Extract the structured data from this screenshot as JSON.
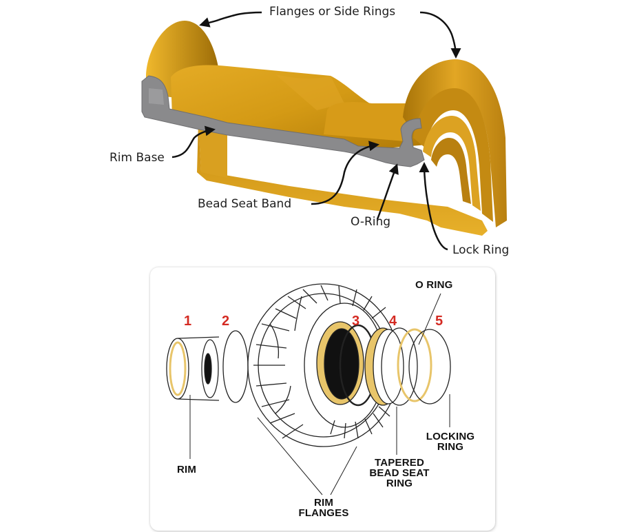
{
  "top_diagram": {
    "title": "Multi-piece rim cross-section",
    "labels": {
      "flanges": "Flanges or Side Rings",
      "rim_base": "Rim Base",
      "bead_seat_band": "Bead Seat Band",
      "o_ring": "O-Ring",
      "lock_ring": "Lock Ring"
    },
    "colors": {
      "metal": "#d9a020",
      "metal_dark": "#a87408",
      "section": "#8a8a8c",
      "arrow": "#111111"
    }
  },
  "bottom_diagram": {
    "numbers": [
      "1",
      "2",
      "3",
      "4",
      "5"
    ],
    "labels": {
      "o_ring": "O RING",
      "rim": "RIM",
      "rim_flanges_1": "RIM",
      "rim_flanges_2": "FLANGES",
      "tapered_1": "TAPERED",
      "tapered_2": "BEAD SEAT",
      "tapered_3": "RING",
      "locking_1": "LOCKING",
      "locking_2": "RING"
    },
    "colors": {
      "number": "#d42a22",
      "accent_ring": "#e8c56a",
      "line": "#222222"
    }
  }
}
